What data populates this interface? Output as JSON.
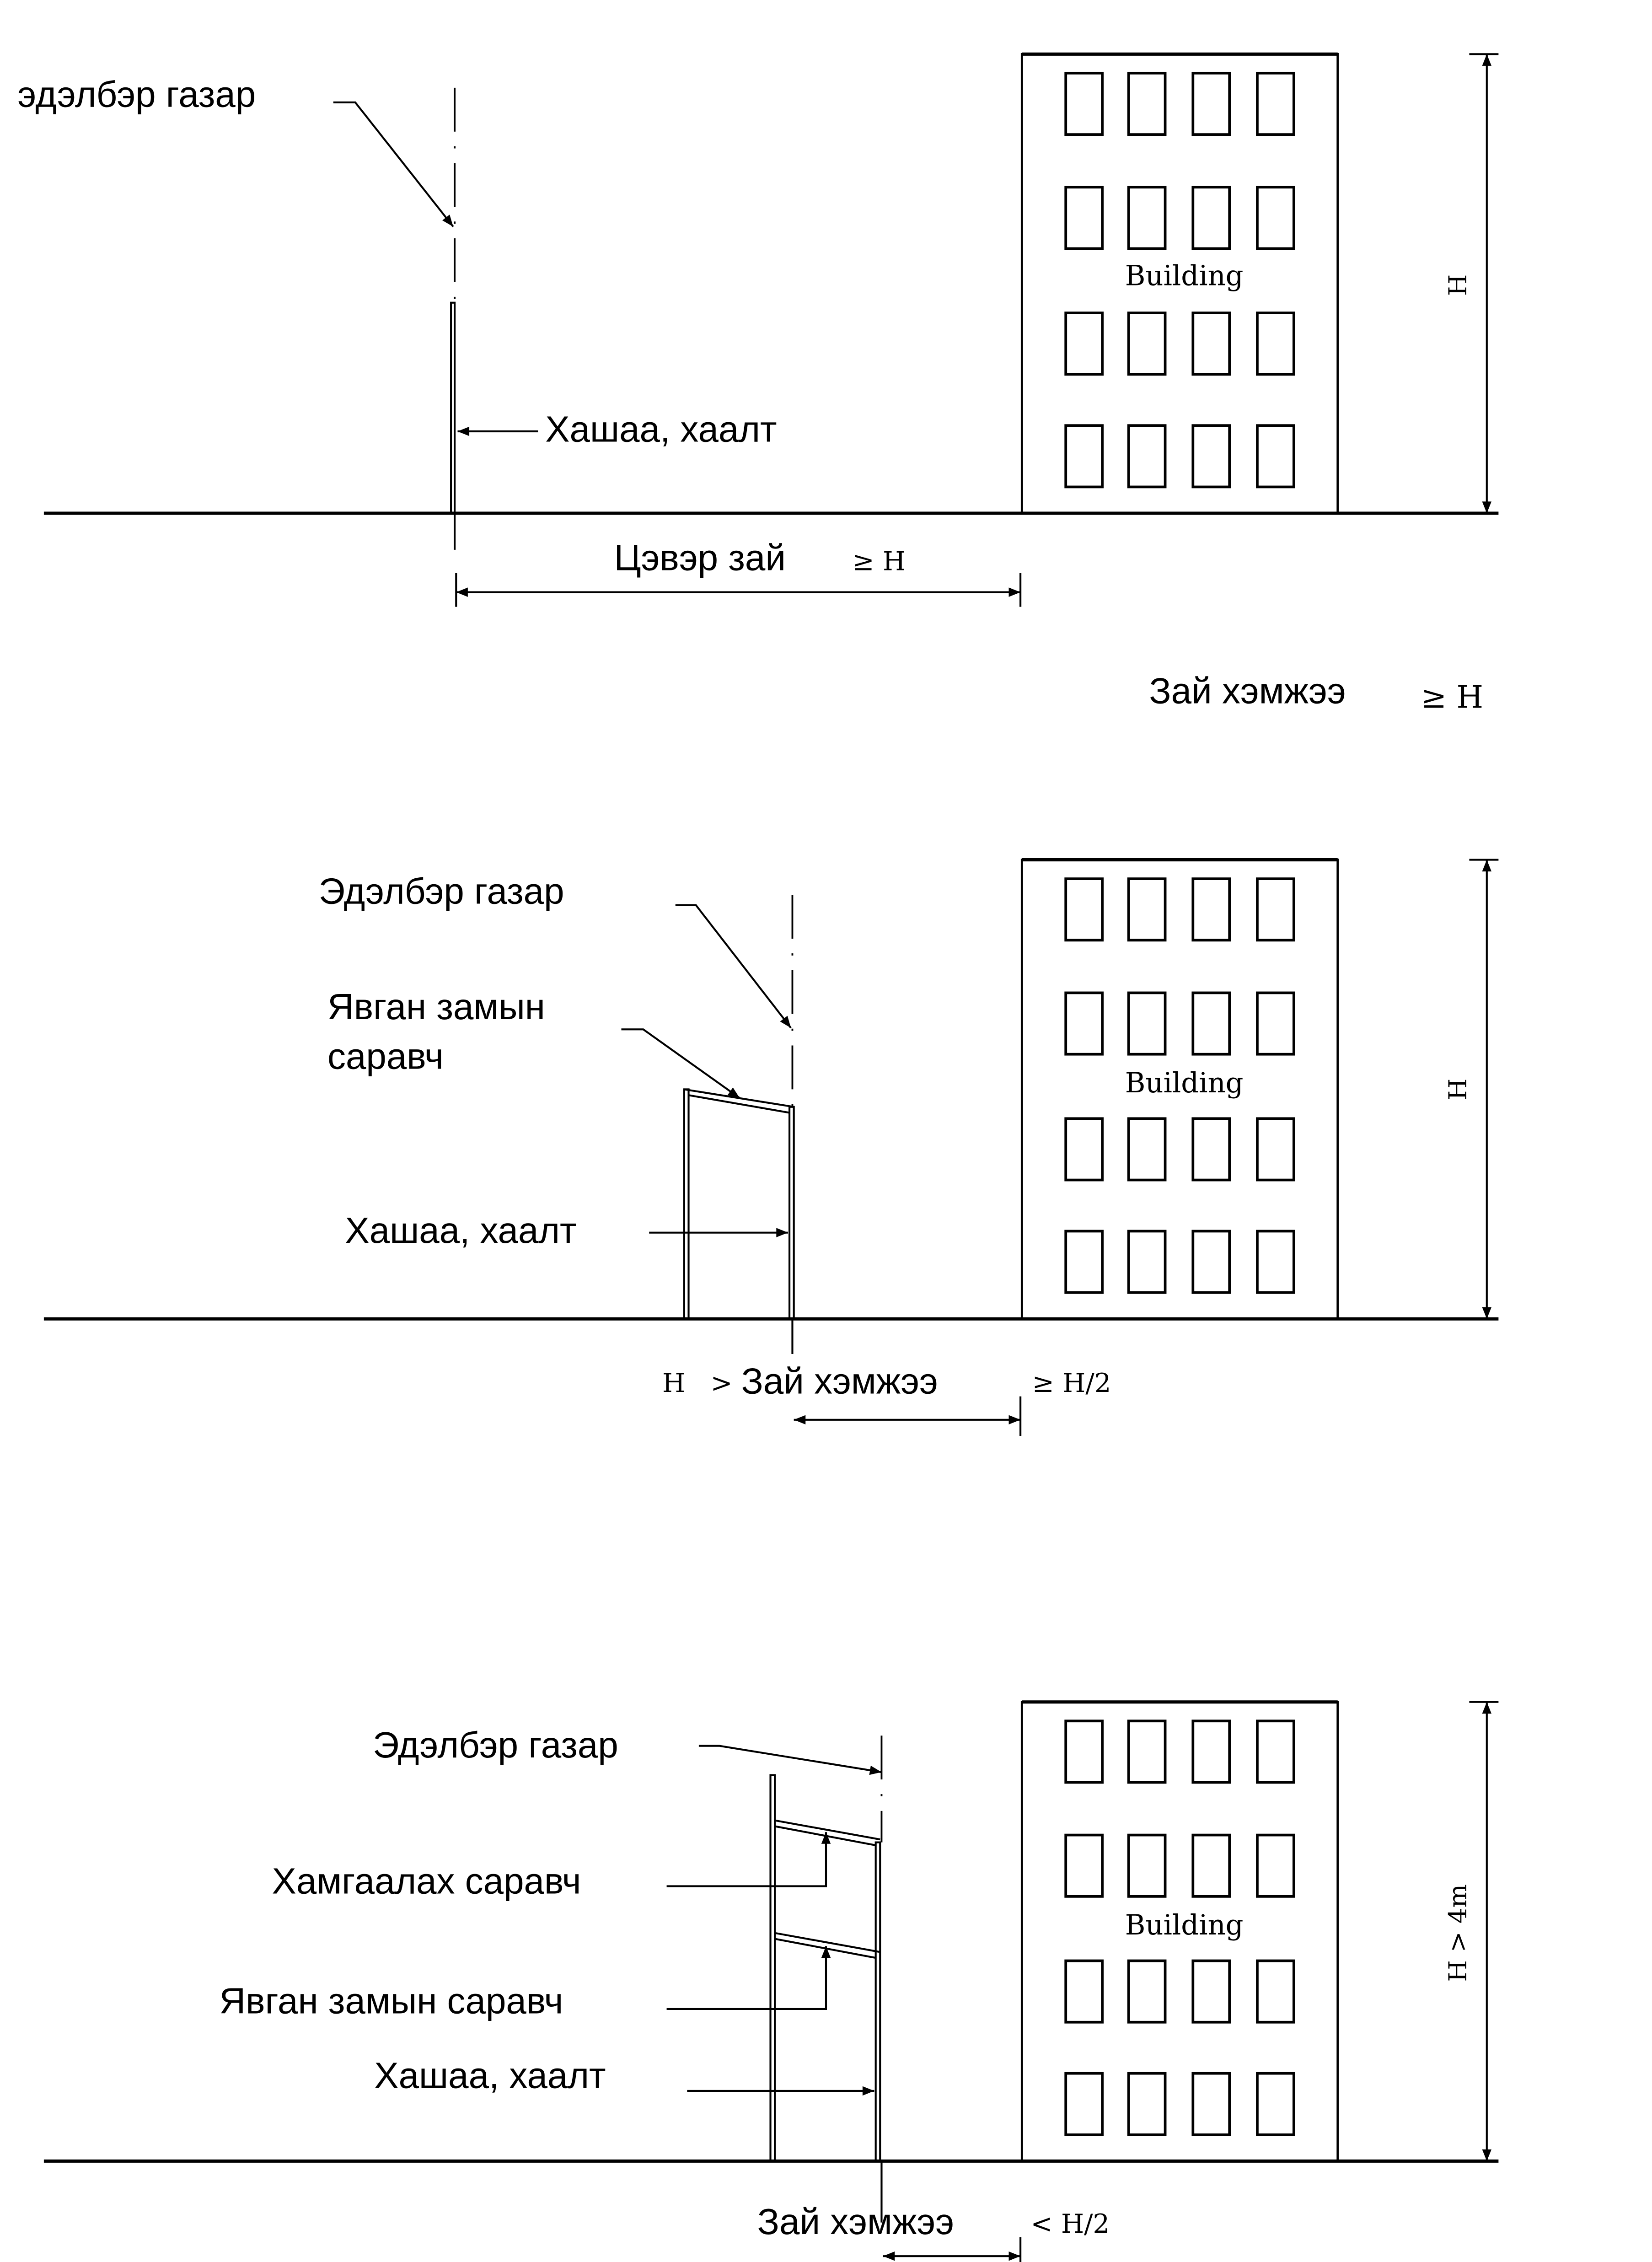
{
  "colors": {
    "ink": "#000000",
    "background": "#ffffff"
  },
  "panel1": {
    "property_line_label": "эдэлбэр газар",
    "fence_label": "Хашаа, хаалт",
    "clearance_label": "Цэвэр зай",
    "clearance_condition": "≥ H",
    "building_label": "Building",
    "height_label": "H",
    "distance_caption": "Зай хэмжээ",
    "distance_caption_condition": "≥ H"
  },
  "panel2": {
    "property_line_label": "Эдэлбэр газар",
    "canopy_label_line1": "Явган замын",
    "canopy_label_line2": "саравч",
    "fence_label": "Хашаа, хаалт",
    "distance_prefix": "H",
    "distance_prefix_op": ">",
    "distance_label": "Зай хэмжээ",
    "distance_condition": "≥ H/2",
    "building_label": "Building",
    "height_label": "H"
  },
  "panel3": {
    "property_line_label": "Эдэлбэр газар",
    "protective_canopy_label": "Хамгаалах саравч",
    "canopy_label": "Явган замын саравч",
    "fence_label": "Хашаа, хаалт",
    "distance_label": "Зай хэмжээ",
    "distance_condition": "< H/2",
    "building_label": "Building",
    "height_label": "H > 4m"
  }
}
